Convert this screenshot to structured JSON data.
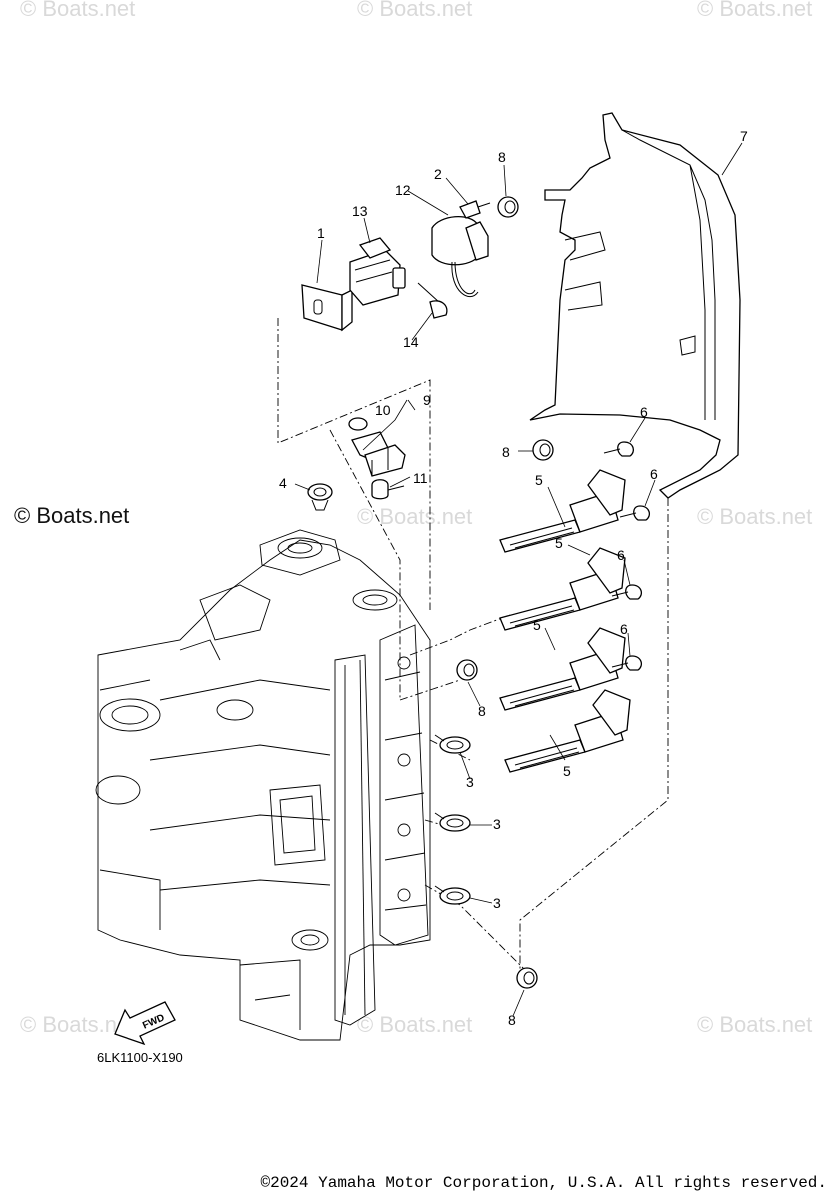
{
  "watermark": "© Boats.net",
  "diagram_code": "6LK1100-X190",
  "fwd_label": "FWD",
  "copyright": "©2024 Yamaha Motor Corporation, U.S.A. All rights reserved.",
  "callouts": [
    {
      "id": "c1",
      "text": "1"
    },
    {
      "id": "c2",
      "text": "2"
    },
    {
      "id": "c3a",
      "text": "3"
    },
    {
      "id": "c3b",
      "text": "3"
    },
    {
      "id": "c3c",
      "text": "3"
    },
    {
      "id": "c4",
      "text": "4"
    },
    {
      "id": "c5a",
      "text": "5"
    },
    {
      "id": "c5b",
      "text": "5"
    },
    {
      "id": "c5c",
      "text": "5"
    },
    {
      "id": "c5d",
      "text": "5"
    },
    {
      "id": "c6a",
      "text": "6"
    },
    {
      "id": "c6b",
      "text": "6"
    },
    {
      "id": "c6c",
      "text": "6"
    },
    {
      "id": "c6d",
      "text": "6"
    },
    {
      "id": "c7",
      "text": "7"
    },
    {
      "id": "c8a",
      "text": "8"
    },
    {
      "id": "c8b",
      "text": "8"
    },
    {
      "id": "c8c",
      "text": "8"
    },
    {
      "id": "c8d",
      "text": "8"
    },
    {
      "id": "c9",
      "text": "9"
    },
    {
      "id": "c10",
      "text": "10"
    },
    {
      "id": "c11",
      "text": "11"
    },
    {
      "id": "c12",
      "text": "12"
    },
    {
      "id": "c13",
      "text": "13"
    },
    {
      "id": "c14",
      "text": "14"
    }
  ]
}
